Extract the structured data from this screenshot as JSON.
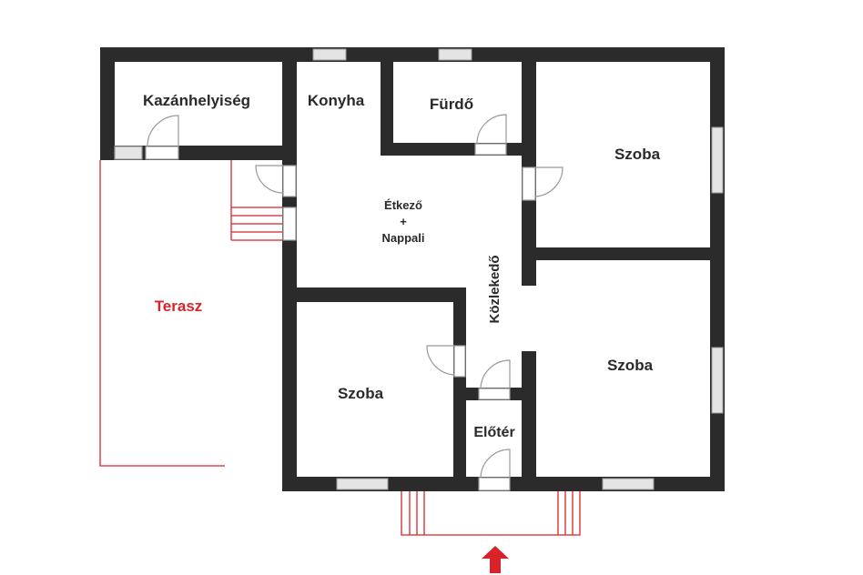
{
  "rooms": {
    "boiler_room": "Kazánhelyiség",
    "kitchen": "Konyha",
    "bathroom": "Fürdő",
    "room_top_right": "Szoba",
    "dining_line1": "Étkező",
    "dining_line2": "+",
    "dining_line3": "Nappali",
    "corridor": "Közlekedő",
    "room_left": "Szoba",
    "room_bottom_right": "Szoba",
    "hall": "Előtér",
    "terrace": "Terasz"
  },
  "colors": {
    "wall": "#2b2b2b",
    "window": "#e4e4e4",
    "door_line": "#999999",
    "accent_red": "#d8232a",
    "text": "#2a2a2a",
    "background": "#ffffff"
  },
  "icons": {
    "entrance": "up-arrow-icon"
  }
}
